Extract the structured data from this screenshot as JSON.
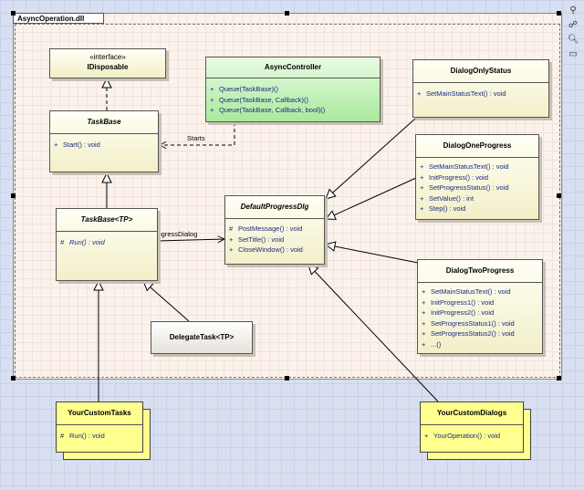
{
  "package": {
    "name": "AsyncOperation.dll"
  },
  "classes": {
    "idisposable": {
      "stereotype": "«interface»",
      "name": "IDisposable"
    },
    "asynccontroller": {
      "name": "AsyncController",
      "ops": [
        "Queue(TaskBase)()",
        "Queue(TaskBase, Callback)()",
        "Queue(TaskBase, Callback, bool)()"
      ],
      "vis": [
        "+",
        "+",
        "+"
      ]
    },
    "taskbase": {
      "name": "TaskBase",
      "ops": [
        "Start() : void"
      ],
      "vis": [
        "+"
      ]
    },
    "taskbase_tp": {
      "name": "TaskBase<TP>",
      "ops": [
        "Run() : void"
      ],
      "vis": [
        "#"
      ]
    },
    "defaultprogressdlg": {
      "name": "DefaultProgressDlg",
      "ops": [
        "PostMessage() : void",
        "SetTitle() : void",
        "CloseWindow() : void"
      ],
      "vis": [
        "#",
        "+",
        "+"
      ]
    },
    "delegatetask": {
      "name": "DelegateTask<TP>"
    },
    "dialogonlystatus": {
      "name": "DialogOnlyStatus",
      "ops": [
        "SetMainStatusText() : void"
      ],
      "vis": [
        "+"
      ]
    },
    "dialogoneprogress": {
      "name": "DialogOneProgress",
      "ops": [
        "SetMainStatusText() : void",
        "InitProgress() : void",
        "SetProgressStatus() : void",
        "SetValue() : int",
        "Step() : void"
      ],
      "vis": [
        "+",
        "+",
        "+",
        "+",
        "+"
      ]
    },
    "dialogtwoprogress": {
      "name": "DialogTwoProgress",
      "ops": [
        "SetMainStatusText() : void",
        "InitProgress1() : void",
        "InitProgress2() : void",
        "SetProgressStatus1() : void",
        "SetProgressStatus2() : void",
        "...()"
      ],
      "vis": [
        "+",
        "+",
        "+",
        "+",
        "+",
        "+"
      ]
    },
    "yourcustomtasks": {
      "name": "YourCustomTasks",
      "ops": [
        "Run() : void"
      ],
      "vis": [
        "#"
      ]
    },
    "yourcustomdialogs": {
      "name": "YourCustomDialogs",
      "ops": [
        "YourOperation() : void"
      ],
      "vis": [
        "+"
      ]
    }
  },
  "labels": {
    "starts": "Starts",
    "progress_dialog": "ProgressDialog"
  },
  "toolbar": {
    "icons": [
      "pin-icon",
      "link-icon",
      "magnifier-icon",
      "note-icon"
    ]
  },
  "colors": {
    "class_fill": "#fffff4",
    "controller_fill": "#a9ea9c",
    "custom_fill": "#ffff90",
    "package_fill": "#fcf2ec",
    "operation_text": "#1a2a80"
  }
}
